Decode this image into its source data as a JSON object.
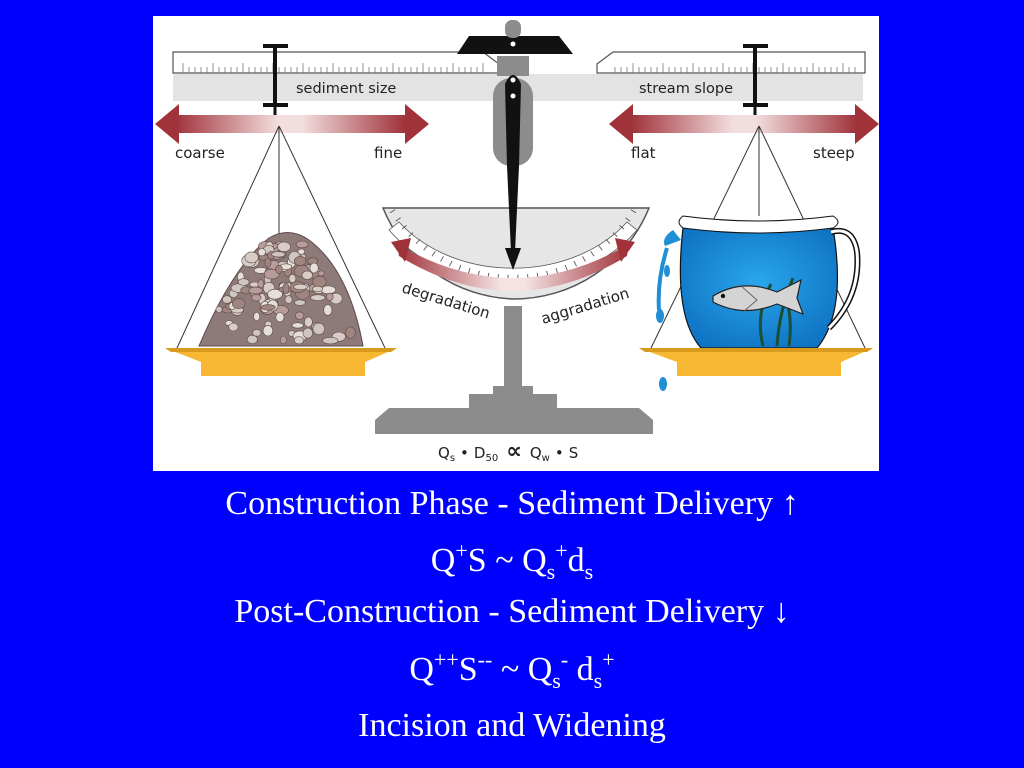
{
  "diagram": {
    "left_scale_label": "sediment size",
    "right_scale_label": "stream slope",
    "left_arrow_left": "coarse",
    "left_arrow_right": "fine",
    "right_arrow_left": "flat",
    "right_arrow_right": "steep",
    "gauge_left": "degradation",
    "gauge_right": "aggradation",
    "equation": {
      "q": "Q",
      "s_sub": "s",
      "dot": "•",
      "d": "D",
      "d_sub": "50",
      "prop": "∝",
      "w_sub": "w",
      "slope": "S"
    },
    "colors": {
      "arrow": "#a0323a",
      "pan": "#f7b733",
      "water": "#1f8fd6",
      "balance": "#8c8c8c",
      "shade": "#e3e3e3"
    }
  },
  "captions": {
    "line1": {
      "text": "Construction Phase - Sediment Delivery",
      "arrow": "↑"
    },
    "line2": {
      "q": "Q",
      "q_sup": "+",
      "s": "S ~ Q",
      "qs_sub": "s",
      "qs_sup": "+",
      "d": "d",
      "d_sub": "s"
    },
    "line3": {
      "text": "Post-Construction - Sediment Delivery",
      "arrow": "↓"
    },
    "line4": {
      "q": "Q",
      "q_sup": "++",
      "s": "S",
      "s_sup": "--",
      "tilde": " ~ Q",
      "qs_sub": "s",
      "qs_sup": "-",
      "d": " d",
      "d_sub": "s",
      "d_sup": "+"
    },
    "line5": {
      "text": "Incision and Widening"
    }
  }
}
